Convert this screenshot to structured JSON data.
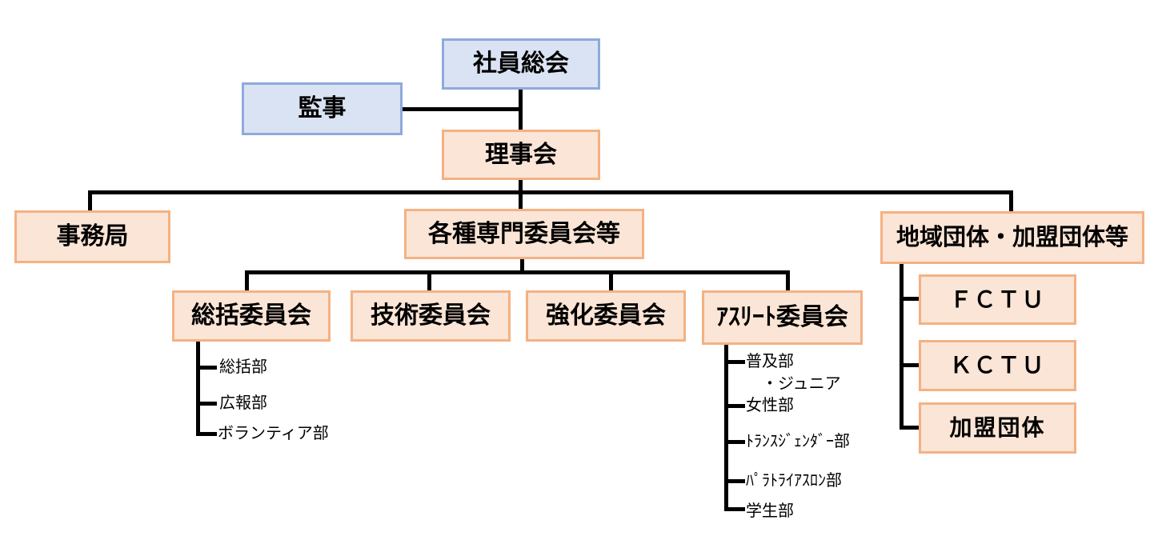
{
  "diagram": {
    "nodes": {
      "general_meeting": {
        "label": "社員総会"
      },
      "auditor": {
        "label": "監事"
      },
      "board_of_directors": {
        "label": "理事会"
      },
      "secretariat": {
        "label": "事務局"
      },
      "special_committees": {
        "label": "各種専門委員会等"
      },
      "regional_member_orgs": {
        "label": "地域団体・加盟団体等"
      },
      "general_affairs_committee": {
        "label": "総括委員会"
      },
      "technical_committee": {
        "label": "技術委員会"
      },
      "strengthening_committee": {
        "label": "強化委員会"
      },
      "athlete_committee": {
        "label": "ｱｽﾘｰﾄ委員会"
      },
      "fctu": {
        "label": "ＦＣＴＵ"
      },
      "kctu": {
        "label": "ＫＣＴＵ"
      },
      "member_organizations": {
        "label": "加盟団体"
      }
    },
    "general_affairs_departments": [
      {
        "label": "総括部"
      },
      {
        "label": "広報部"
      },
      {
        "label": "ボランティア部"
      }
    ],
    "athlete_departments": [
      {
        "label": "普及部",
        "label_line2": "・ジュニア"
      },
      {
        "label": "女性部"
      },
      {
        "label": "ﾄﾗﾝｽｼﾞｪﾝﾀﾞｰ部"
      },
      {
        "label": "ﾊﾟﾗﾄﾗｲｱｽﾛﾝ部"
      },
      {
        "label": "学生部"
      }
    ],
    "edges": [
      "社員総会 → 理事会",
      "監事 — (社員総会/理事会)",
      "理事会 → 事務局",
      "理事会 → 各種専門委員会等",
      "理事会 → 地域団体・加盟団体等",
      "各種専門委員会等 → 総括委員会",
      "各種専門委員会等 → 技術委員会",
      "各種専門委員会等 → 強化委員会",
      "各種専門委員会等 → ｱｽﾘｰﾄ委員会",
      "総括委員会 → 総括部 / 広報部 / ボランティア部",
      "ｱｽﾘｰﾄ委員会 → 普及部・ジュニア / 女性部 / ﾄﾗﾝｽｼﾞｪﾝﾀﾞｰ部 / ﾊﾟﾗﾄﾗｲｱｽﾛﾝ部 / 学生部",
      "地域団体・加盟団体等 → ＦＣＴＵ / ＫＣＴＵ / 加盟団体"
    ],
    "colors": {
      "blue_fill": "#dae3f3",
      "blue_border": "#8faadc",
      "orange_fill": "#fbe5d6",
      "orange_border": "#f4b183",
      "line_color": "#000000",
      "text_color": "#000000",
      "background": "#ffffff"
    }
  }
}
